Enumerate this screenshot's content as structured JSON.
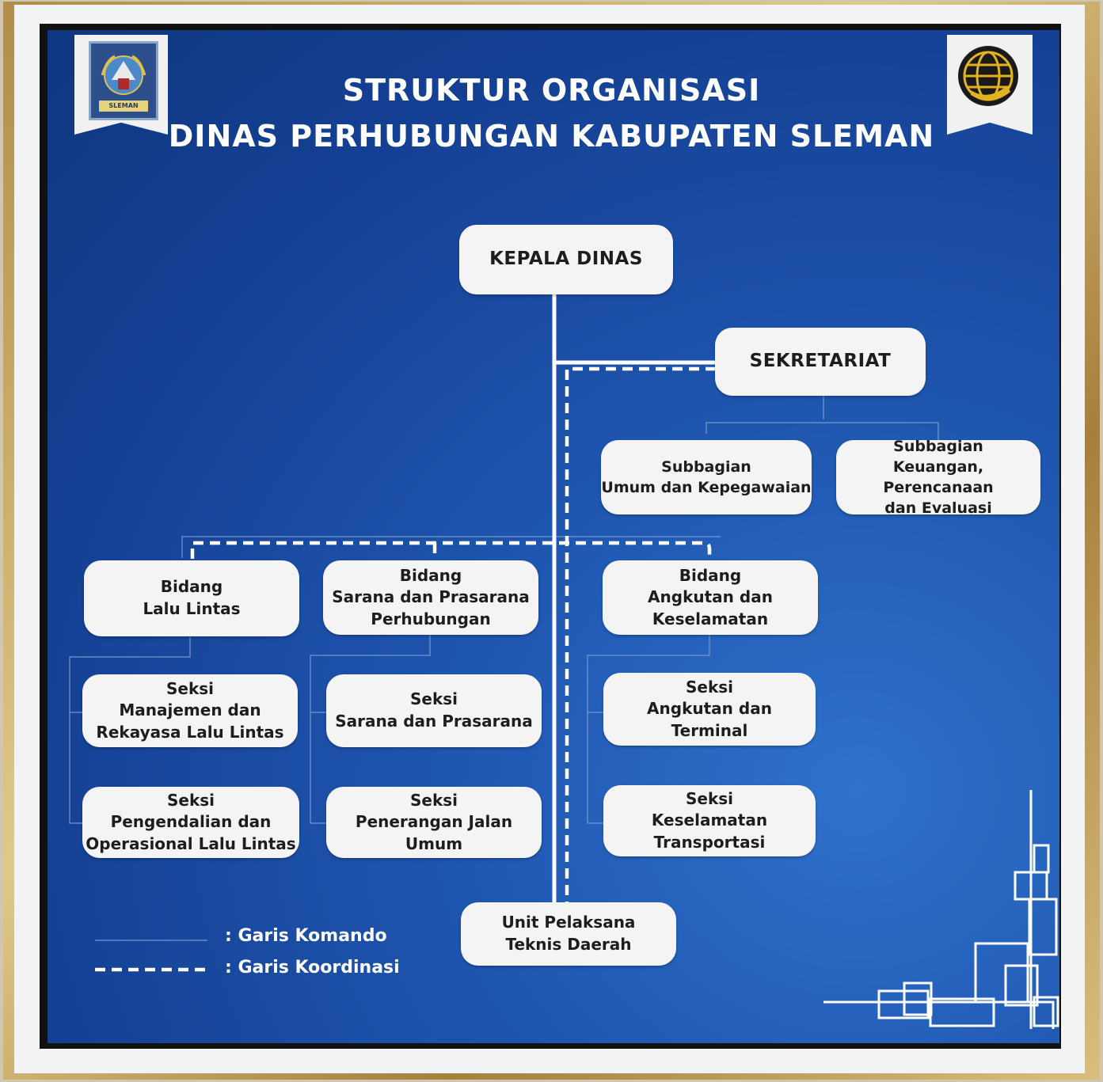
{
  "title": {
    "line1": "STRUKTUR ORGANISASI",
    "line2": "DINAS PERHUBUNGAN KABUPATEN SLEMAN"
  },
  "logos": {
    "left_text": "SLEMAN"
  },
  "nodes": {
    "kepala": "KEPALA DINAS",
    "sekretariat": "SEKRETARIAT",
    "subbag_umum": "Subbagian\nUmum dan Kepegawaian",
    "subbag_keuangan": "Subbagian\nKeuangan, Perencanaan\ndan Evaluasi",
    "bidang_lalu_lintas": "Bidang\nLalu Lintas",
    "bidang_sarana": "Bidang\nSarana dan Prasarana\nPerhubungan",
    "bidang_angkutan": "Bidang\nAngkutan dan\nKeselamatan",
    "seksi_manajemen": "Seksi\nManajemen dan\nRekayasa Lalu Lintas",
    "seksi_pengendalian": "Seksi\nPengendalian dan\nOperasional Lalu Lintas",
    "seksi_sarana": "Seksi\nSarana dan Prasarana",
    "seksi_penerangan": "Seksi\nPenerangan Jalan\nUmum",
    "seksi_angkutan_terminal": "Seksi\nAngkutan dan\nTerminal",
    "seksi_keselamatan": "Seksi\nKeselamatan\nTransportasi",
    "uptd": "Unit Pelaksana\nTeknis Daerah"
  },
  "legend": {
    "komando": ": Garis Komando",
    "koordinasi": ": Garis Koordinasi"
  },
  "colors": {
    "panel_blue": "#1a4ea6",
    "box_fill": "#f4f4f4",
    "line_white": "#ffffff"
  }
}
